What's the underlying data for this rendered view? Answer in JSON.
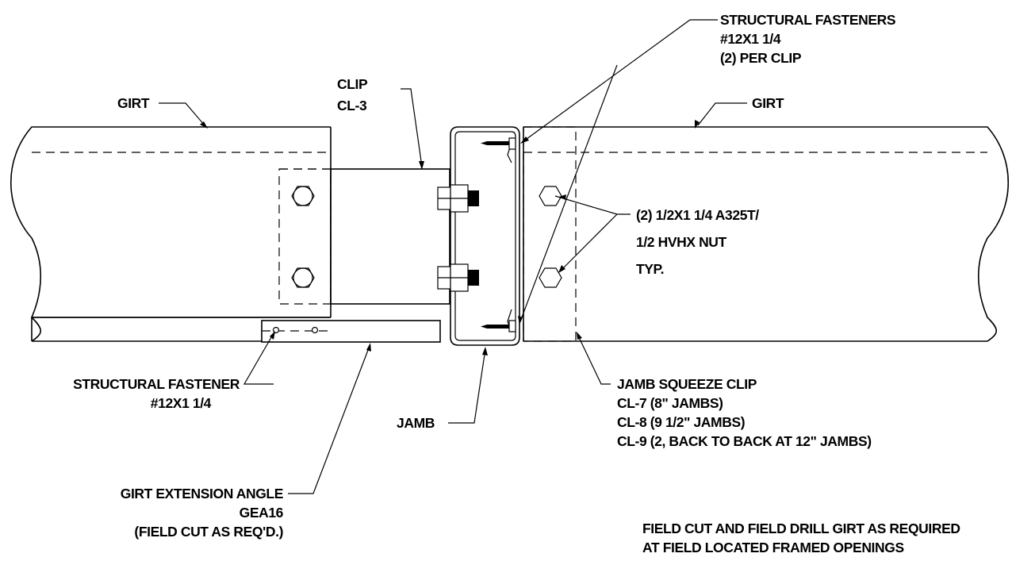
{
  "labels": {
    "girt_left": "GIRT",
    "girt_right": "GIRT",
    "clip_line1": "CLIP",
    "clip_line2": "CL-3",
    "sf_top_line1": "STRUCTURAL FASTENERS",
    "sf_top_line2": "#12X1 1/4",
    "sf_top_line3": "(2) PER CLIP",
    "bolt_line1": "(2) 1/2X1 1/4 A325T/",
    "bolt_line2": "1/2 HVHX NUT",
    "bolt_line3": "TYP.",
    "sf_bottom_line1": "STRUCTURAL FASTENER",
    "sf_bottom_line2": "#12X1 1/4",
    "jamb": "JAMB",
    "squeeze_line1": "JAMB SQUEEZE CLIP",
    "squeeze_line2": "CL-7  (8\" JAMBS)",
    "squeeze_line3": "CL-8  (9 1/2\" JAMBS)",
    "squeeze_line4": "CL-9  (2,  BACK TO BACK AT 12\" JAMBS)",
    "gea_line1": "GIRT EXTENSION ANGLE",
    "gea_line2": "GEA16",
    "gea_line3": "(FIELD CUT AS REQ'D.)",
    "note_line1": "FIELD CUT AND FIELD DRILL GIRT AS REQUIRED",
    "note_line2": "AT FIELD LOCATED FRAMED OPENINGS"
  }
}
